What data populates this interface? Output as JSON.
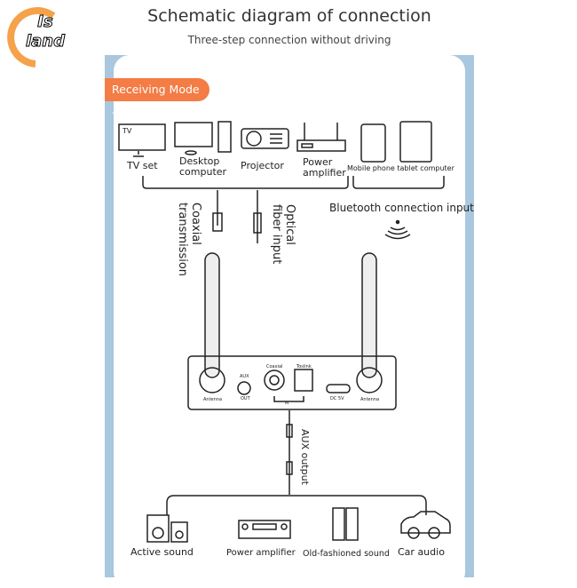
{
  "logo": {
    "text": "Is land"
  },
  "header": {
    "title": "Schematic diagram of connection",
    "subtitle": "Three-step connection without driving"
  },
  "mode_badge": "Receiving Mode →",
  "sources": [
    {
      "label": "TV set",
      "icon": "tv-icon",
      "screen_text": "TV"
    },
    {
      "label": "Desktop computer",
      "icon": "desktop-computer-icon"
    },
    {
      "label": "Projector",
      "icon": "projector-icon"
    },
    {
      "label": "Power amplifier",
      "icon": "amplifier-icon"
    },
    {
      "label": "Mobile phone tablet computer",
      "icon": "phone-tablet-icon"
    }
  ],
  "inputs": {
    "coaxial": "Coaxial transmission",
    "optical": "Optical fiber input",
    "bluetooth": "Bluetooth connection input"
  },
  "device_ports": {
    "antenna_left": "Antenna",
    "aux": "AUX",
    "out": "OUT",
    "coaxial": "Coaxial",
    "toslink": "Toslink",
    "in": "IN",
    "dc": "DC 5V",
    "antenna_right": "Antenna"
  },
  "output_label": "AUX output",
  "outputs": [
    {
      "label": "Active sound",
      "icon": "active-speaker-icon"
    },
    {
      "label": "Power amplifier",
      "icon": "av-receiver-icon"
    },
    {
      "label": "Old-fashioned sound",
      "icon": "tower-speaker-icon"
    },
    {
      "label": "Car audio",
      "icon": "car-icon"
    }
  ],
  "colors": {
    "accent": "#f47c45",
    "panel": "#a9c7de"
  }
}
